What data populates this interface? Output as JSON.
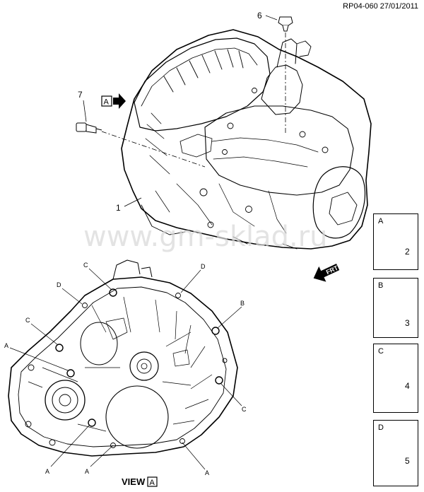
{
  "header": {
    "reference": "RP04-060 27/01/2011"
  },
  "watermark": "www.gm-sklad.ru",
  "callouts": {
    "c1": "1",
    "c6": "6",
    "c7": "7"
  },
  "view_marker": {
    "letter": "A"
  },
  "front_arrow": "FRT",
  "view_title": {
    "text": "VIEW",
    "letter": "A"
  },
  "bolt_labels": {
    "l1": "C",
    "l2": "D",
    "l3": "D",
    "l4": "B",
    "l5": "C",
    "l6": "A",
    "l7": "C",
    "l8": "A",
    "l9": "A",
    "l10": "A"
  },
  "fastener_panels": [
    {
      "letter": "A",
      "number": "2"
    },
    {
      "letter": "B",
      "number": "3"
    },
    {
      "letter": "C",
      "number": "4"
    },
    {
      "letter": "D",
      "number": "5"
    }
  ]
}
